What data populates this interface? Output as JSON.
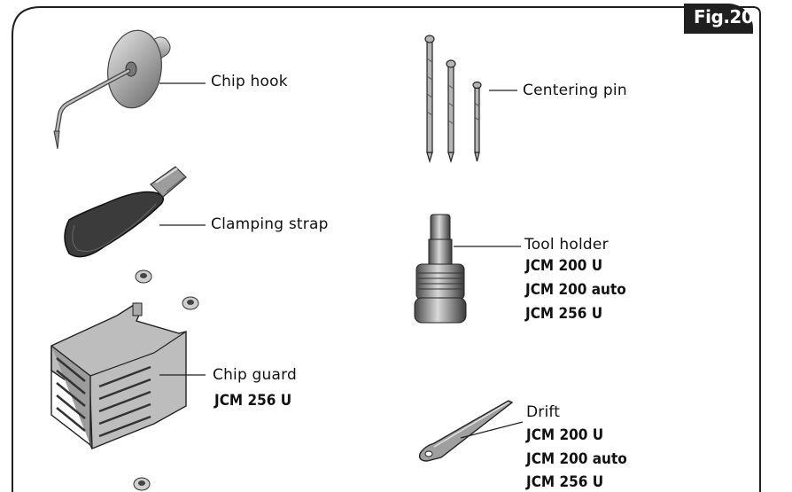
{
  "figure": {
    "label": "Fig.20"
  },
  "parts": {
    "chip_hook": {
      "name": "Chip hook"
    },
    "clamping_strap": {
      "name": "Clamping strap"
    },
    "chip_guard": {
      "name": "Chip guard",
      "models": [
        "JCM 256 U"
      ]
    },
    "centering_pin": {
      "name": "Centering pin"
    },
    "tool_holder": {
      "name": "Tool holder",
      "models": [
        "JCM 200 U",
        "JCM 200 auto",
        "JCM 256 U"
      ]
    },
    "drift": {
      "name": "Drift",
      "models": [
        "JCM 200 U",
        "JCM 200 auto",
        "JCM 256 U"
      ]
    }
  },
  "icons": [
    "chip-hook-icon",
    "clamping-strap-icon",
    "screw-icon",
    "chip-guard-icon",
    "centering-pins-icon",
    "tool-holder-icon",
    "drift-icon"
  ],
  "colors": {
    "frame": "#1f1f1f",
    "metal": "#b8b8b8",
    "dark": "#3a3a3a"
  }
}
